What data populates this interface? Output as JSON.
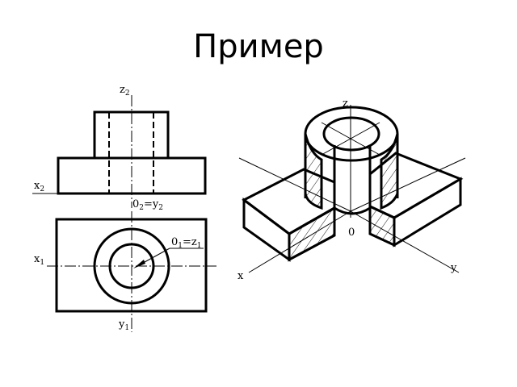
{
  "slide": {
    "title": "Пример"
  },
  "front_view": {
    "axis_z": "z",
    "axis_z_sub": "2",
    "axis_x": "x",
    "axis_x_sub": "2",
    "origin_label": "0",
    "origin_label_sub": "2",
    "origin_eq": "=y",
    "origin_eq_sub": "2"
  },
  "top_view": {
    "axis_x": "x",
    "axis_x_sub": "1",
    "axis_y": "y",
    "axis_y_sub": "1",
    "origin_label": "0",
    "origin_label_sub": "1",
    "origin_eq": "=z",
    "origin_eq_sub": "1"
  },
  "isometric_view": {
    "axis_z": "z",
    "axis_x": "x",
    "axis_y": "y",
    "origin": "0"
  }
}
